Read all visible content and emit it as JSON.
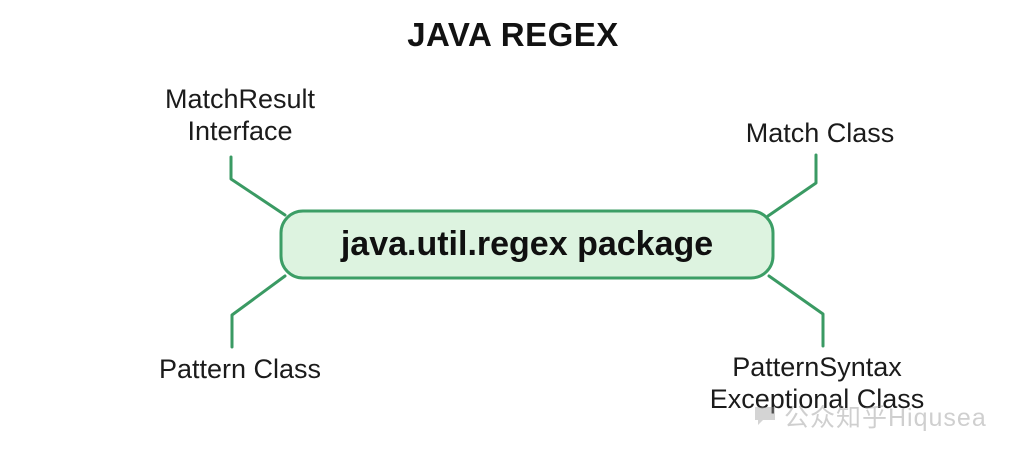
{
  "title": "JAVA REGEX",
  "background_color": "#ffffff",
  "colors": {
    "connector_green": "#3a9a63",
    "box_border": "#3c9e66",
    "box_fill": "#ddf3e0",
    "title_text": "#121212",
    "label_text": "#1b1b1b",
    "watermark_text": "#8e8e8e"
  },
  "center_node": {
    "label": "java.util.regex package"
  },
  "nodes": [
    {
      "id": "matchresult-interface",
      "label": "MatchResult\nInterface",
      "position": "top-left"
    },
    {
      "id": "match-class",
      "label": "Match Class",
      "position": "top-right"
    },
    {
      "id": "pattern-class",
      "label": "Pattern Class",
      "position": "bottom-left"
    },
    {
      "id": "patternsyntax-exceptional-class",
      "label": "PatternSyntax\nExceptional Class",
      "position": "bottom-right"
    }
  ],
  "watermark": {
    "text": "公众知乎Hiqusea",
    "icon": "speech-bubble-icon"
  }
}
